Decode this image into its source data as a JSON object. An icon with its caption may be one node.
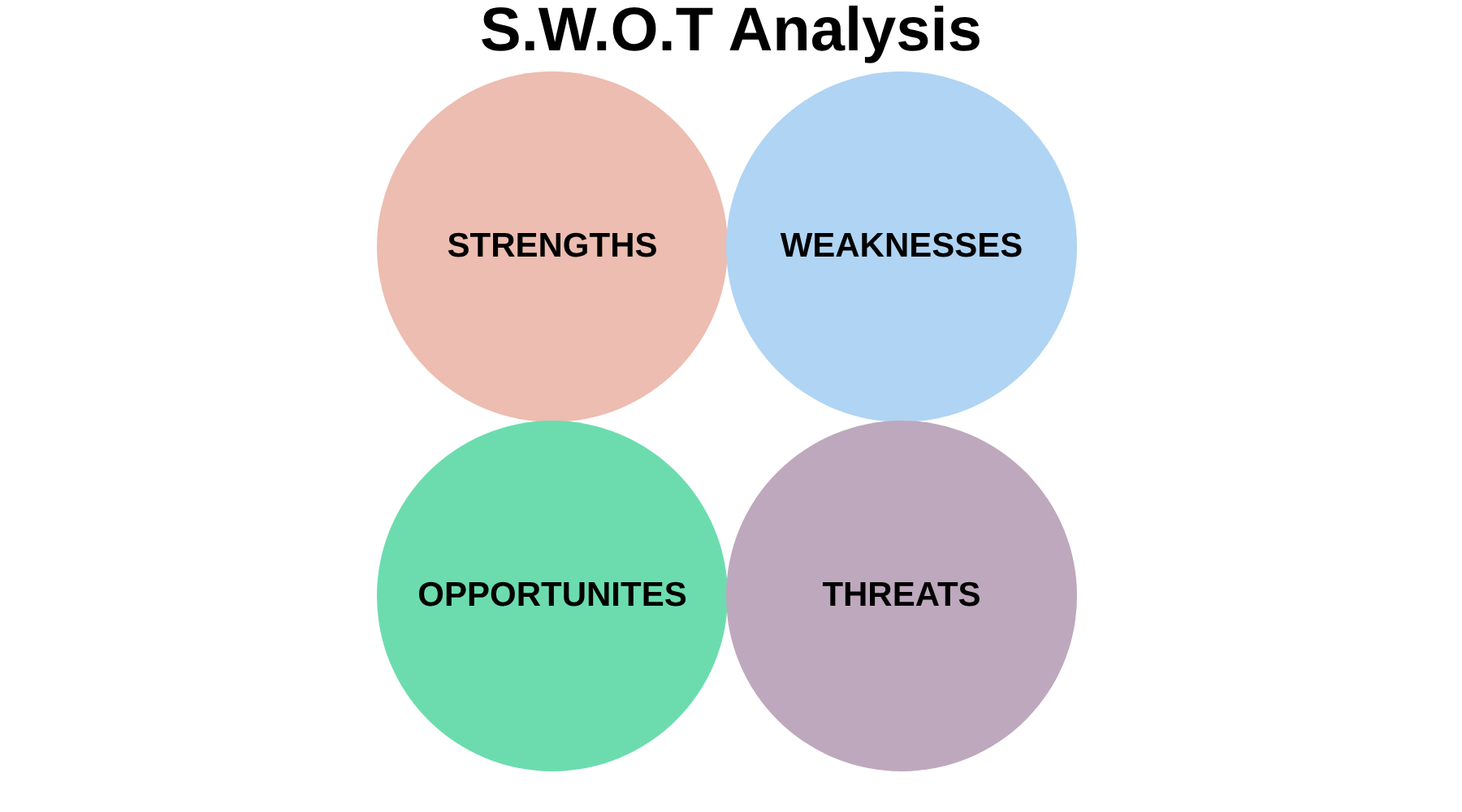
{
  "diagram": {
    "title": "S.W.O.T Analysis",
    "nodes": [
      {
        "text": [
          "STRENGTHS"
        ]
      },
      {
        "text": [
          "WEAKNESSES"
        ]
      },
      {
        "text": [
          "OPPORTUNITES"
        ]
      },
      {
        "text": [
          "THREATS"
        ]
      }
    ]
  }
}
